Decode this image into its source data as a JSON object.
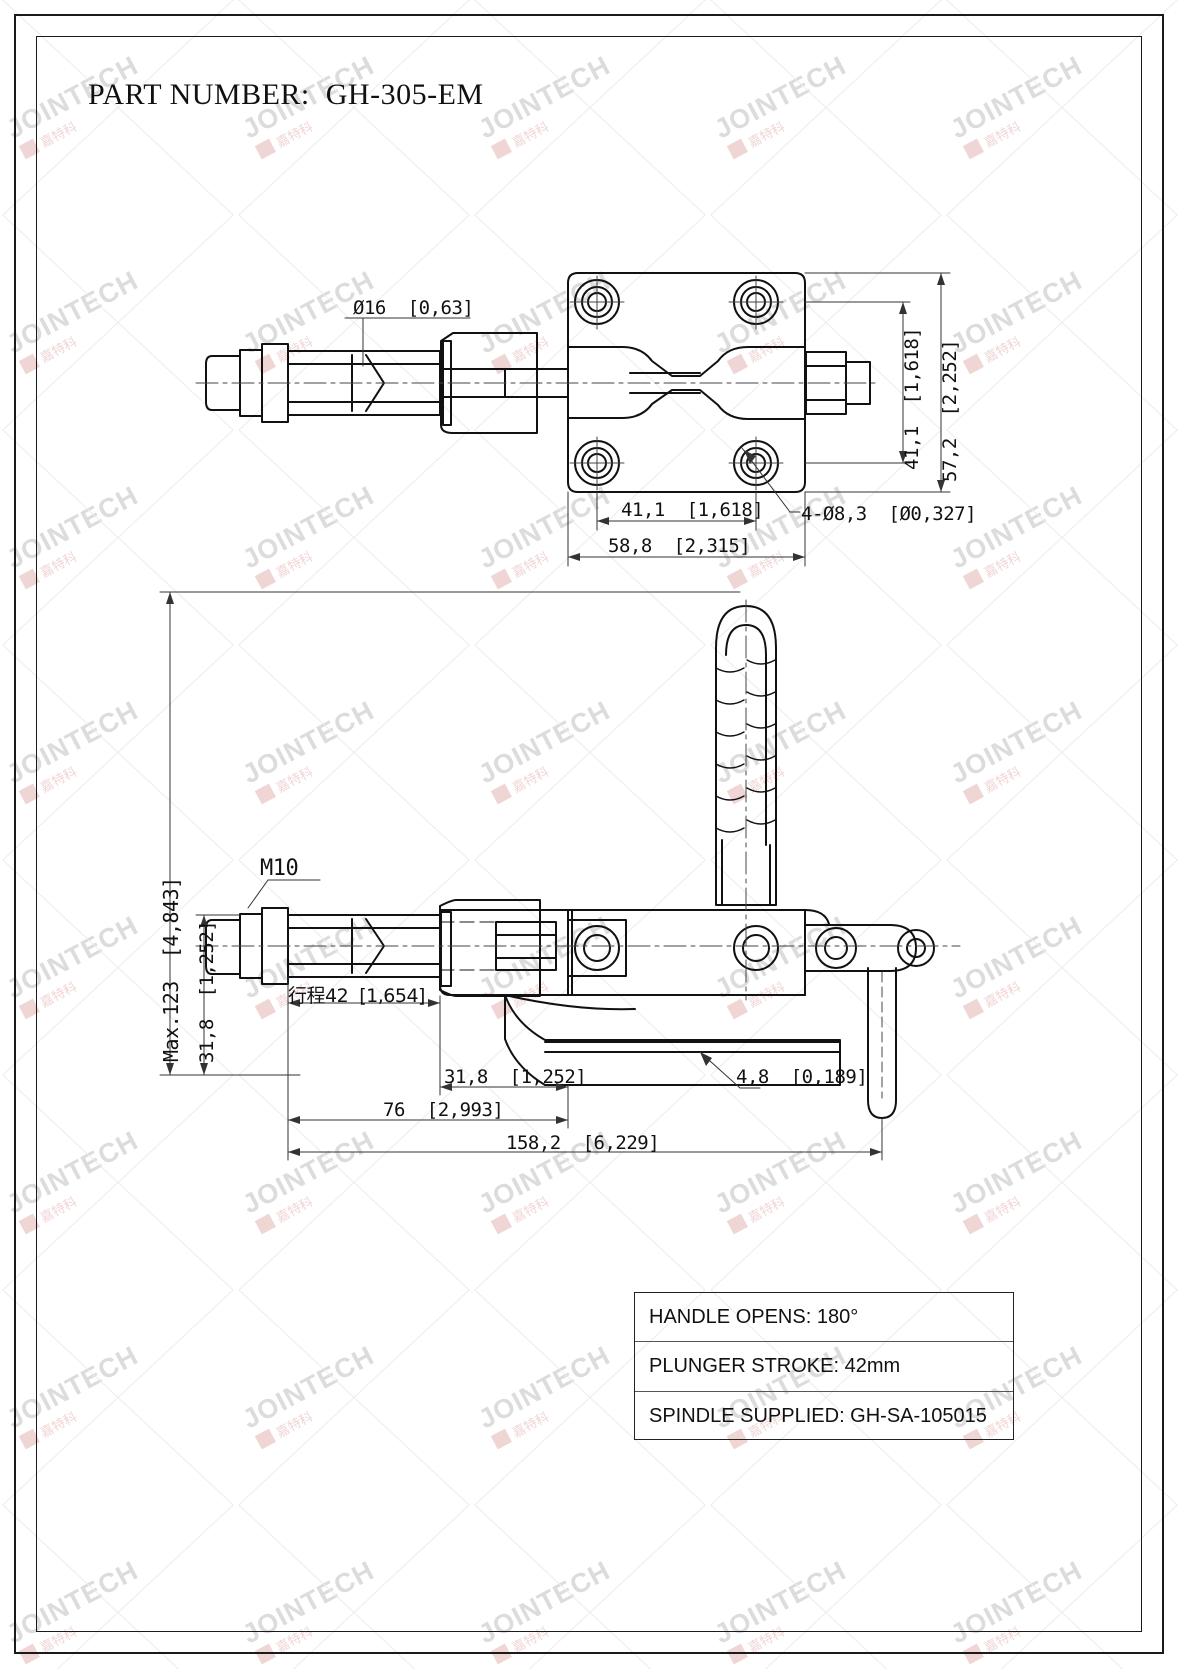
{
  "document": {
    "title_label": "PART NUMBER:  GH-305-EM",
    "part_number": "GH-305-EM"
  },
  "watermark": {
    "text_main": "JOINTECH",
    "text_sub": "嘉特科"
  },
  "top_view": {
    "dims": [
      {
        "name": "dim-plunger-diameter",
        "text": "Ø16  [0,63]"
      },
      {
        "name": "dim-hole-spacing-width",
        "text": "41,1  [1,618]"
      },
      {
        "name": "dim-base-width",
        "text": "58,8  [2,315]"
      },
      {
        "name": "dim-hole-callout",
        "text": "4-Ø8,3  [Ø0,327]"
      },
      {
        "name": "dim-hole-spacing-height",
        "text": "41,1  [1,618]"
      },
      {
        "name": "dim-base-height",
        "text": "57,2  [2,252]"
      }
    ]
  },
  "front_view": {
    "dims": [
      {
        "name": "dim-max-height",
        "text": "Max.123  [4,843]"
      },
      {
        "name": "dim-plunger-height",
        "text": "31,8  [1,252]"
      },
      {
        "name": "dim-thread-callout",
        "text": "M10"
      },
      {
        "name": "dim-stroke",
        "text": "行程42  [1,654]"
      },
      {
        "name": "dim-base-offset",
        "text": "31,8  [1,252]"
      },
      {
        "name": "dim-base-thickness",
        "text": "4,8  [0,189]"
      },
      {
        "name": "dim-mid-length",
        "text": "76  [2,993]"
      },
      {
        "name": "dim-overall-length",
        "text": "158,2  [6,229]"
      }
    ]
  },
  "notes": {
    "rows": [
      {
        "name": "note-handle-opens",
        "text": "HANDLE OPENS: 180°"
      },
      {
        "name": "note-plunger-stroke",
        "text": "PLUNGER STROKE: 42mm"
      },
      {
        "name": "note-spindle-supplied",
        "text": "SPINDLE SUPPLIED: GH-SA-105015"
      }
    ]
  },
  "colors": {
    "line": "#111111",
    "thin_line": "#555555",
    "watermark": "#d8d8d8",
    "watermark_red": "#e8c9c9",
    "background": "#ffffff"
  }
}
